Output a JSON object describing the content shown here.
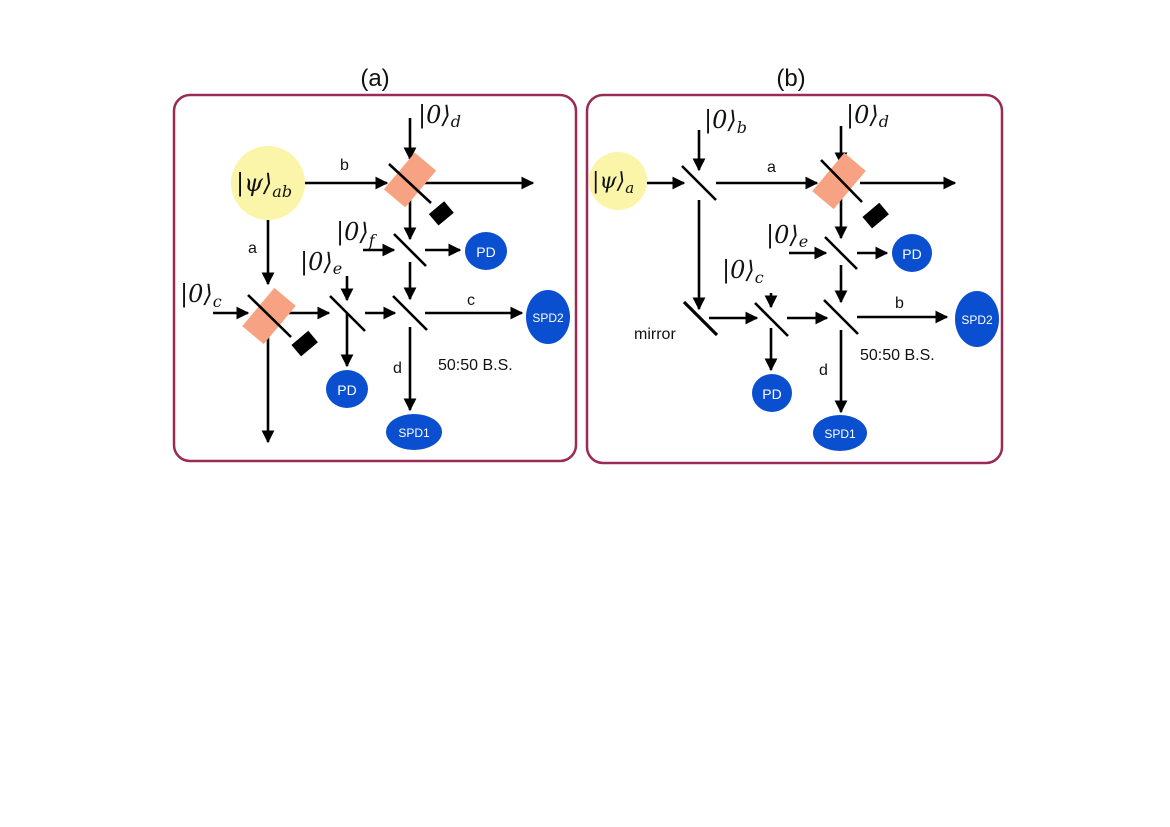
{
  "colors": {
    "panel_border": "#9b2b55",
    "source_fill": "#faf5a8",
    "coupler_fill": "#f7a383",
    "detector_fill": "#0a4fcf",
    "dump_fill": "#000000",
    "line": "#000000"
  },
  "panel_a": {
    "title": "(a)",
    "source": {
      "base": "|ψ⟩",
      "sub": "ab"
    },
    "inputs": {
      "d": {
        "base": "|0⟩",
        "sub": "d"
      },
      "f": {
        "base": "|0⟩",
        "sub": "f"
      },
      "e": {
        "base": "|0⟩",
        "sub": "e"
      },
      "c": {
        "base": "|0⟩",
        "sub": "c"
      }
    },
    "mode_labels": {
      "a": "a",
      "b": "b",
      "c": "c",
      "d": "d"
    },
    "detectors": {
      "pd1": "PD",
      "pd2": "PD",
      "spd1": "SPD1",
      "spd2": "SPD2"
    },
    "bs_label": "50:50 B.S."
  },
  "panel_b": {
    "title": "(b)",
    "source": {
      "base": "|ψ⟩",
      "sub": "a"
    },
    "inputs": {
      "b": {
        "base": "|0⟩",
        "sub": "b"
      },
      "d": {
        "base": "|0⟩",
        "sub": "d"
      },
      "e": {
        "base": "|0⟩",
        "sub": "e"
      },
      "c": {
        "base": "|0⟩",
        "sub": "c"
      }
    },
    "mode_labels": {
      "a": "a",
      "b": "b",
      "d": "d"
    },
    "mirror_label": "mirror",
    "detectors": {
      "pd1": "PD",
      "pd2": "PD",
      "spd1": "SPD1",
      "spd2": "SPD2"
    },
    "bs_label": "50:50 B.S."
  }
}
